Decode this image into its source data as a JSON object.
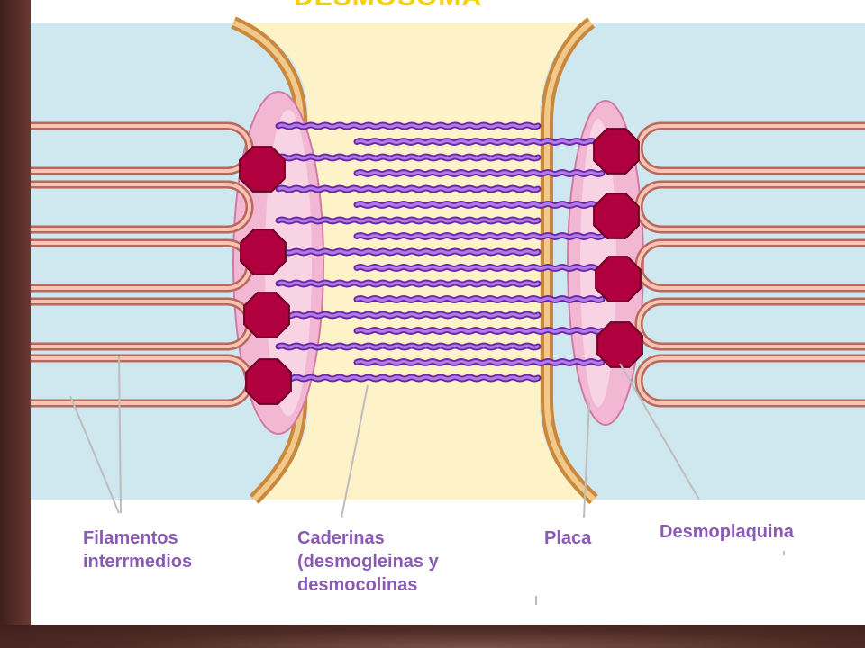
{
  "title": "DESMOSOMA",
  "labels": {
    "filamentos": [
      "Filamentos",
      "interrmedios"
    ],
    "caderinas": [
      "Caderinas",
      "(desmogleinas y",
      "desmocolinas"
    ],
    "placa": "Placa",
    "desmoplaquina": "Desmoplaquina"
  },
  "colors": {
    "cytoplasm": "#cfe7ee",
    "intercellular_space": "#fdf2c8",
    "membrane_outer": "#c9883b",
    "membrane_inner": "#f1c98a",
    "plaque": "#f2b8d3",
    "desmoplakin": "#b0003d",
    "cadherin": "#9a55d8",
    "filament": "#d98a7a",
    "label": "#8a5ab7"
  }
}
